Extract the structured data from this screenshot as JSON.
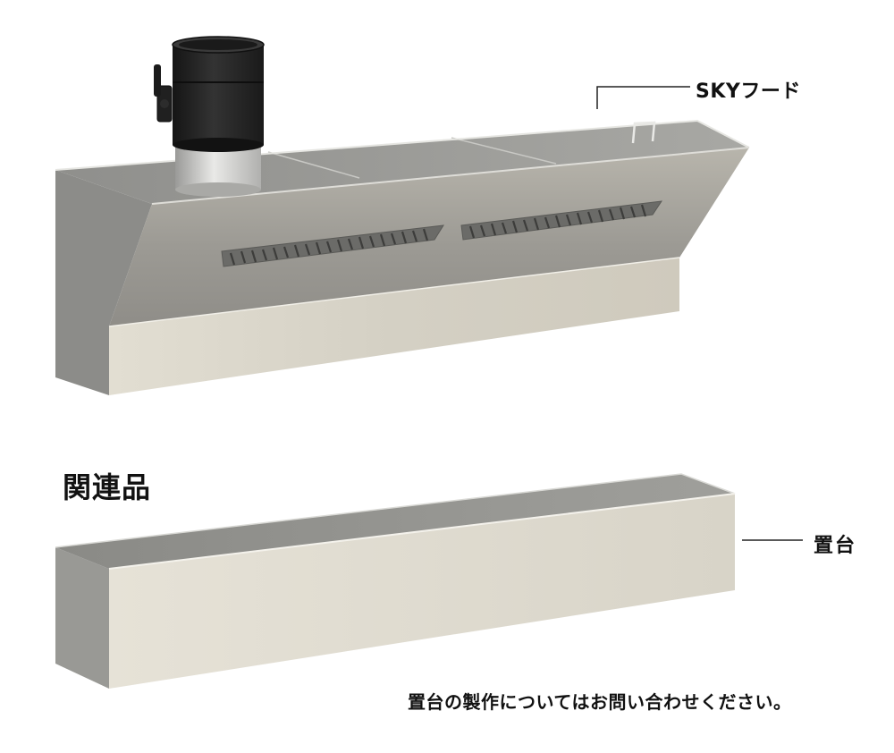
{
  "labels": {
    "hood": "SKYフード",
    "related_heading": "関連品",
    "stand": "置台",
    "stand_note": "置台の製作についてはお問い合わせください。"
  },
  "colors": {
    "background": "#ffffff",
    "text": "#111111",
    "stainless_light": "#d8d4c8",
    "stainless_mid": "#a9a9a4",
    "stainless_dark": "#73736f",
    "duct_black": "#1f1f1f"
  },
  "icons": {
    "hood": "range-hood-illustration",
    "stand": "stand-illustration"
  }
}
